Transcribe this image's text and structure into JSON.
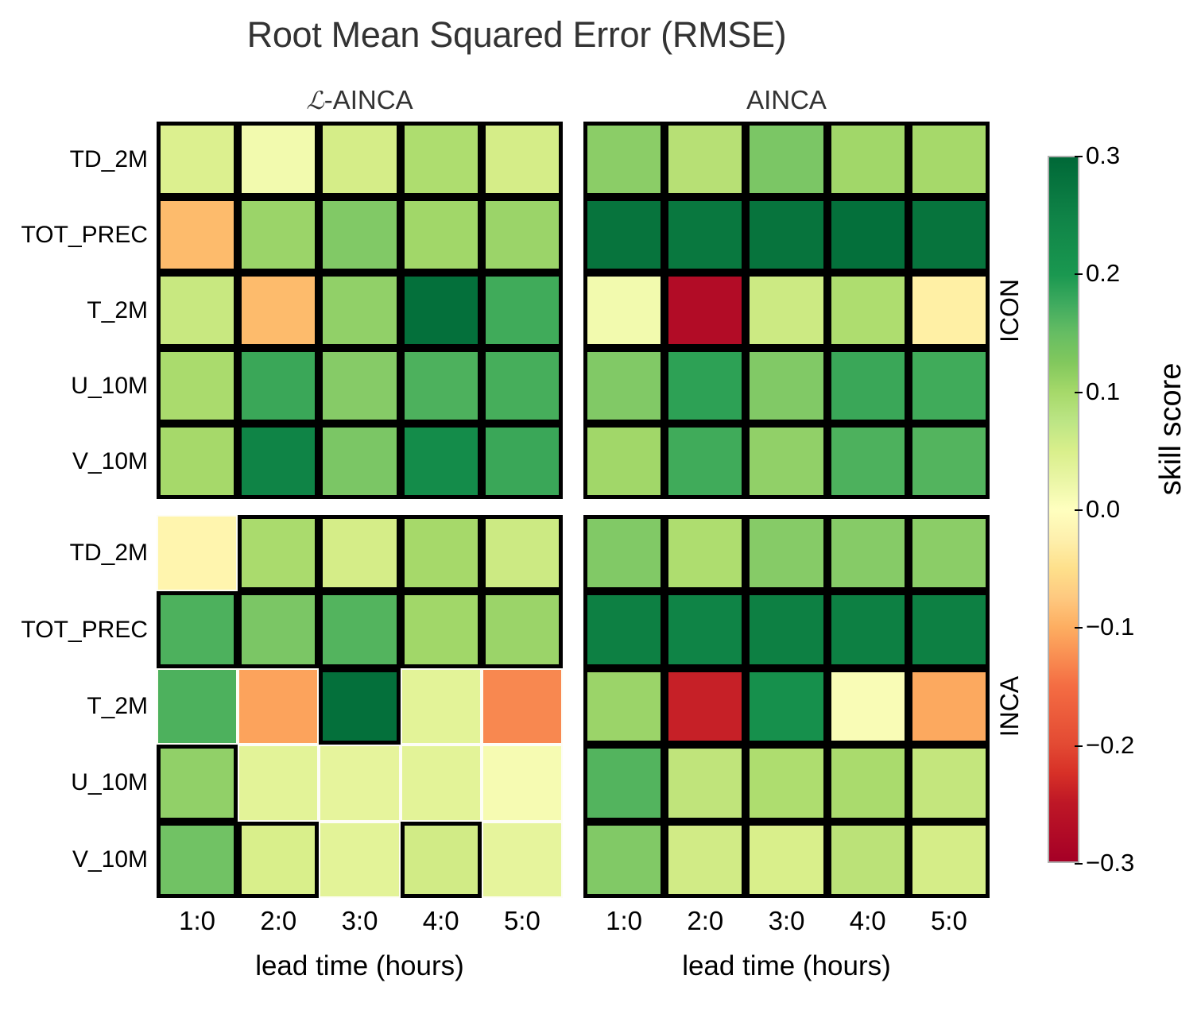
{
  "figure": {
    "suptitle": "Root Mean Squared Error (RMSE)",
    "column_titles": [
      "ℒ-AINCA",
      "AINCA"
    ],
    "column_title_prefix_script": "ℒ",
    "column_title_rest": [
      "-AINCA",
      "AINCA"
    ],
    "xlabel": "lead time (hours)",
    "xticklabels": [
      "1:0",
      "2:0",
      "3:0",
      "4:0",
      "5:0"
    ],
    "yticklabels": [
      "TD_2M",
      "TOT_PREC",
      "T_2M",
      "U_10M",
      "V_10M"
    ],
    "row_group_labels": [
      "ICON",
      "INCA"
    ],
    "colorbar": {
      "label": "skill score",
      "ticks": [
        "0.3",
        "0.2",
        "0.1",
        "0.0",
        "−0.1",
        "−0.2",
        "−0.3"
      ],
      "tick_values": [
        0.3,
        0.2,
        0.1,
        0.0,
        -0.1,
        -0.2,
        -0.3
      ],
      "cmap": "RdYlGn",
      "vmin": -0.3,
      "vmax": 0.3
    }
  },
  "chart_data": {
    "type": "heatmap",
    "title": "Root Mean Squared Error (RMSE)",
    "xlabel": "lead time (hours)",
    "ylabel": "",
    "cbar_label": "skill score",
    "cmap": "RdYlGn",
    "vmin": -0.3,
    "vmax": 0.3,
    "grid": false,
    "legend_position": "right-colorbar",
    "x": [
      "1:0",
      "2:0",
      "3:0",
      "4:0",
      "5:0"
    ],
    "y": [
      "TD_2M",
      "TOT_PREC",
      "T_2M",
      "U_10M",
      "V_10M"
    ],
    "panels": [
      {
        "row_group": "ICON",
        "column_title": "ℒ-AINCA",
        "values": [
          [
            0.055,
            0.02,
            0.065,
            0.11,
            0.065
          ],
          [
            -0.105,
            0.13,
            0.155,
            0.125,
            0.13
          ],
          [
            0.08,
            -0.105,
            0.14,
            0.29,
            0.21
          ],
          [
            0.115,
            0.215,
            0.15,
            0.2,
            0.205
          ],
          [
            0.12,
            0.265,
            0.16,
            0.255,
            0.215
          ]
        ],
        "significant": [
          [
            true,
            true,
            true,
            true,
            true
          ],
          [
            true,
            true,
            true,
            true,
            true
          ],
          [
            true,
            true,
            true,
            true,
            true
          ],
          [
            true,
            true,
            true,
            true,
            true
          ],
          [
            true,
            true,
            true,
            true,
            true
          ]
        ]
      },
      {
        "row_group": "ICON",
        "column_title": "AINCA",
        "values": [
          [
            0.145,
            0.1,
            0.16,
            0.125,
            0.12
          ],
          [
            0.285,
            0.28,
            0.285,
            0.29,
            0.285
          ],
          [
            0.02,
            -0.285,
            0.075,
            0.11,
            -0.03
          ],
          [
            0.155,
            0.225,
            0.155,
            0.215,
            0.21
          ],
          [
            0.125,
            0.21,
            0.14,
            0.2,
            0.195
          ]
        ],
        "significant": [
          [
            true,
            true,
            true,
            true,
            true
          ],
          [
            true,
            true,
            true,
            true,
            true
          ],
          [
            true,
            true,
            true,
            true,
            true
          ],
          [
            true,
            true,
            true,
            true,
            true
          ],
          [
            true,
            true,
            true,
            true,
            true
          ]
        ]
      },
      {
        "row_group": "INCA",
        "column_title": "ℒ-AINCA",
        "values": [
          [
            -0.02,
            0.115,
            0.065,
            0.12,
            0.075
          ],
          [
            0.2,
            0.16,
            0.195,
            0.125,
            0.13
          ],
          [
            0.2,
            -0.13,
            0.29,
            0.045,
            -0.155
          ],
          [
            0.14,
            0.045,
            0.04,
            0.045,
            0.015
          ],
          [
            0.17,
            0.06,
            0.045,
            0.07,
            0.04
          ]
        ],
        "significant": [
          [
            false,
            true,
            true,
            true,
            true
          ],
          [
            true,
            true,
            true,
            true,
            true
          ],
          [
            false,
            false,
            true,
            false,
            false
          ],
          [
            true,
            false,
            false,
            false,
            false
          ],
          [
            true,
            true,
            false,
            true,
            false
          ]
        ]
      },
      {
        "row_group": "INCA",
        "column_title": "AINCA",
        "values": [
          [
            0.155,
            0.11,
            0.15,
            0.15,
            0.145
          ],
          [
            0.27,
            0.265,
            0.27,
            0.27,
            0.27
          ],
          [
            0.13,
            -0.26,
            0.25,
            0.01,
            -0.125
          ],
          [
            0.195,
            0.09,
            0.11,
            0.115,
            0.085
          ],
          [
            0.155,
            0.07,
            0.06,
            0.095,
            0.065
          ]
        ],
        "significant": [
          [
            true,
            true,
            true,
            true,
            true
          ],
          [
            true,
            true,
            true,
            true,
            true
          ],
          [
            true,
            true,
            true,
            true,
            true
          ],
          [
            true,
            true,
            true,
            true,
            true
          ],
          [
            true,
            true,
            true,
            true,
            true
          ]
        ]
      }
    ]
  }
}
